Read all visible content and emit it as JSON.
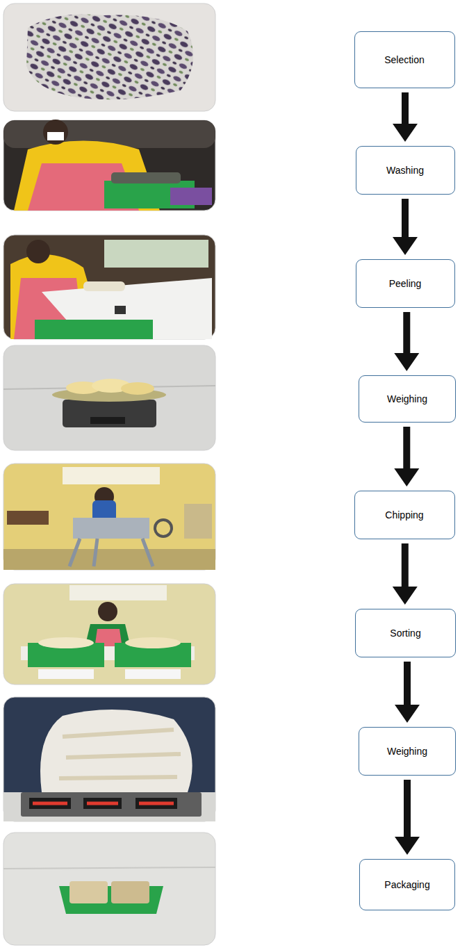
{
  "diagram": {
    "nodes": [
      {
        "text": [
          "Selection"
        ]
      },
      {
        "text": [
          "Washing"
        ]
      },
      {
        "text": [
          "Peeling"
        ]
      },
      {
        "text": [
          "Weighing"
        ]
      },
      {
        "text": [
          "Chipping"
        ]
      },
      {
        "text": [
          "Sorting"
        ]
      },
      {
        "text": [
          "Weighing"
        ]
      },
      {
        "text": [
          "Packaging"
        ]
      }
    ],
    "edges": [
      {
        "from": 0,
        "to": 1,
        "arrow": "to"
      },
      {
        "from": 1,
        "to": 2,
        "arrow": "to"
      },
      {
        "from": 2,
        "to": 3,
        "arrow": "to"
      },
      {
        "from": 3,
        "to": 4,
        "arrow": "to"
      },
      {
        "from": 4,
        "to": 5,
        "arrow": "to"
      },
      {
        "from": 5,
        "to": 6,
        "arrow": "to"
      },
      {
        "from": 6,
        "to": 7,
        "arrow": "to"
      }
    ]
  }
}
